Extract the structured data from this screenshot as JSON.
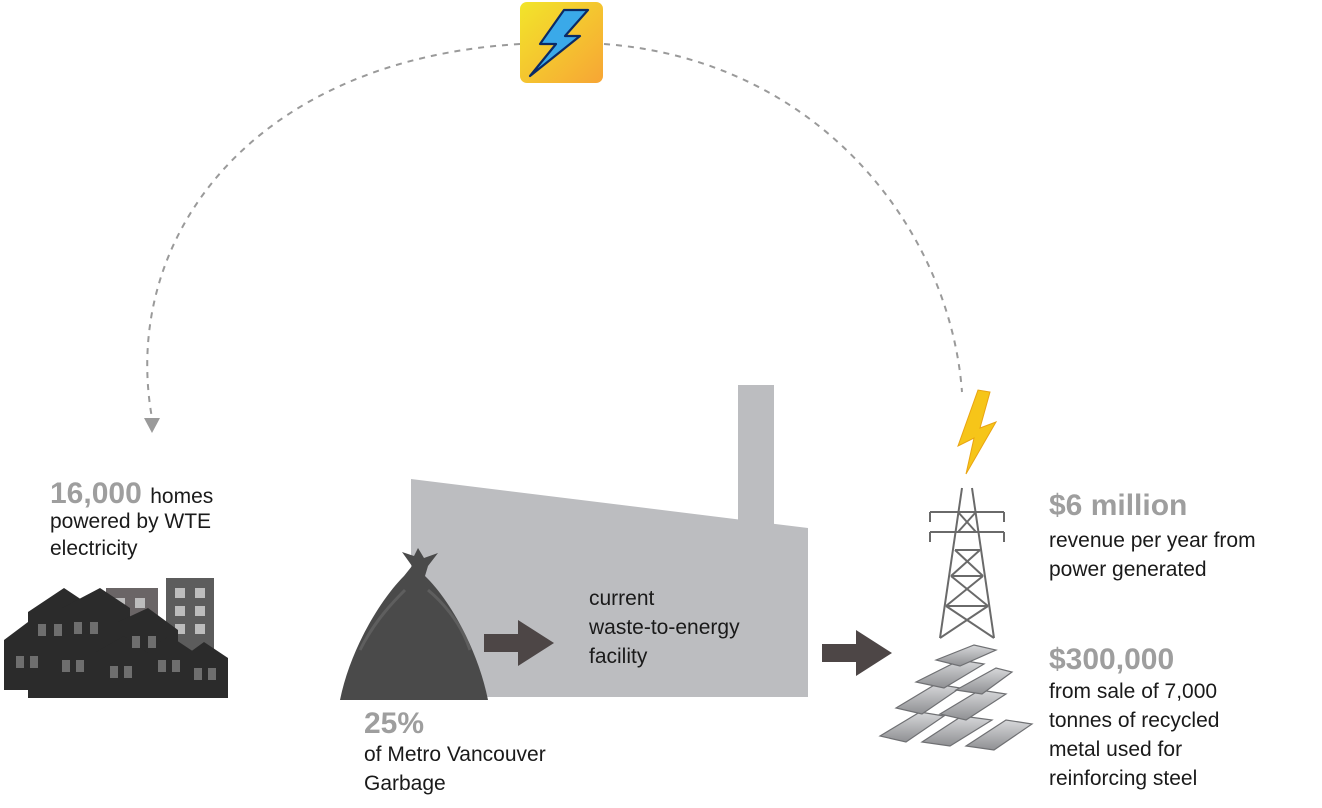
{
  "homes": {
    "number": "16,000",
    "word": "homes",
    "line2": "powered by WTE",
    "line3": "electricity"
  },
  "facility": {
    "line1": "current",
    "line2": "waste-to-energy",
    "line3": "facility"
  },
  "garbage": {
    "number": "25%",
    "line1": "of Metro Vancouver",
    "line2": "Garbage"
  },
  "power_revenue": {
    "number": "$6 million",
    "line1": "revenue per year from",
    "line2": "power generated"
  },
  "metal_revenue": {
    "number": "$300,000",
    "line1": "from sale of 7,000",
    "line2": "tonnes of recycled",
    "line3": "metal used for",
    "line4": "reinforcing steel"
  },
  "icons": [
    "lightning-badge-icon",
    "houses-icon",
    "garbage-bag-icon",
    "factory-icon",
    "lightning-bolt-icon",
    "power-tower-icon",
    "metal-ingots-icon",
    "arrow-right-icon"
  ],
  "colors": {
    "facility_gray": "#bcbdc0",
    "number_gray": "#9e9e9e",
    "arrow_dark": "#4d4646",
    "badge_yellow": "#f2e52a",
    "badge_orange": "#f7a535",
    "bolt_blue": "#3aa9e9",
    "bolt_yellow": "#f6c519"
  }
}
